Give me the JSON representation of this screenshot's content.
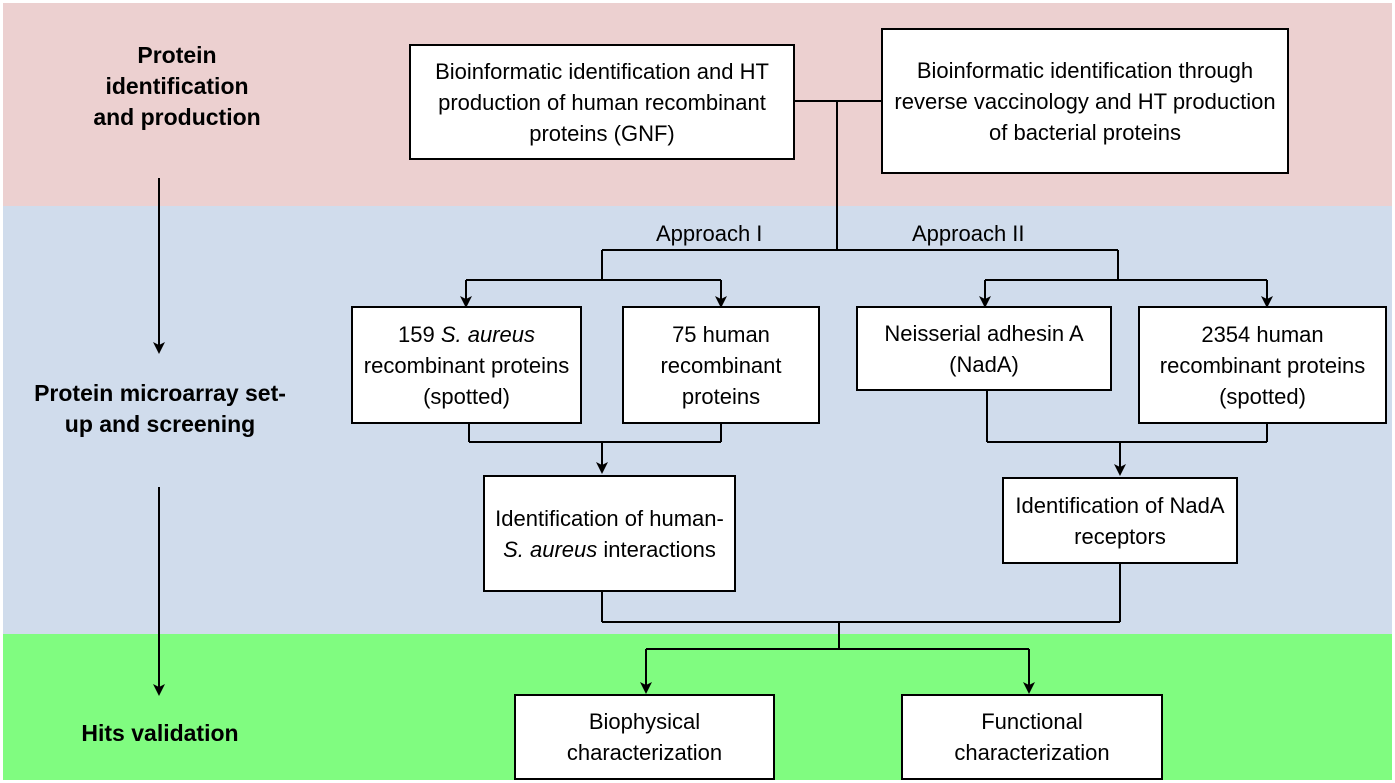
{
  "stages": {
    "identification": "Protein identification and production",
    "microarray": "Protein  microarray set-up and screening",
    "validation": "Hits validation"
  },
  "sources": {
    "human": "Bioinformatic identification and HT production of human recombinant proteins (GNF)",
    "bacterial": "Bioinformatic identification through reverse vaccinology and HT production of bacterial proteins"
  },
  "approaches": {
    "one": "Approach I",
    "two": "Approach II"
  },
  "inputs": {
    "saureus": {
      "prefix": "159 ",
      "italic": "S. aureus",
      "suffix": " recombinant proteins (spotted)"
    },
    "human75": "75 human recombinant proteins",
    "nada": "Neisserial adhesin A (NadA)",
    "human2354": "2354 human recombinant proteins (spotted)"
  },
  "results": {
    "interactions": {
      "prefix": "Identification of human-",
      "italic": "S. aureus",
      "suffix": " interactions"
    },
    "receptors": "Identification of NadA receptors"
  },
  "validation": {
    "biophysical": "Biophysical characterization",
    "functional": "Functional characterization"
  }
}
